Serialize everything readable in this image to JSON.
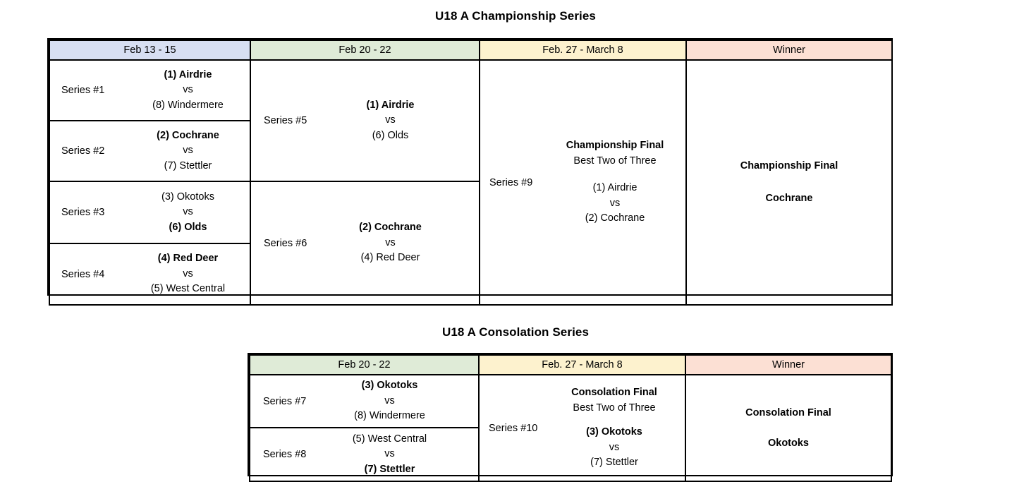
{
  "championship": {
    "title": "U18 A Championship Series",
    "headers": [
      {
        "label": "Feb 13 - 15",
        "color": "#D7DFF2"
      },
      {
        "label": "Feb 20 - 22",
        "color": "#DFEBD7"
      },
      {
        "label": "Feb. 27 - March 8",
        "color": "#FDF2CE"
      },
      {
        "label": "Winner",
        "color": "#FCE0D4"
      }
    ],
    "round1": [
      {
        "series": "Series #1",
        "top": "(1) Airdrie",
        "top_bold": true,
        "vs": "vs",
        "bottom": "(8) Windermere",
        "bottom_bold": false
      },
      {
        "series": "Series #2",
        "top": "(2) Cochrane",
        "top_bold": true,
        "vs": "vs",
        "bottom": "(7) Stettler",
        "bottom_bold": false
      },
      {
        "series": "Series #3",
        "top": "(3) Okotoks",
        "top_bold": false,
        "vs": "vs",
        "bottom": "(6) Olds",
        "bottom_bold": true
      },
      {
        "series": "Series #4",
        "top": "(4) Red Deer",
        "top_bold": true,
        "vs": "vs",
        "bottom": "(5) West Central",
        "bottom_bold": false
      }
    ],
    "round2": [
      {
        "series": "Series #5",
        "top": "(1) Airdrie",
        "top_bold": true,
        "vs": "vs",
        "bottom": "(6) Olds",
        "bottom_bold": false
      },
      {
        "series": "Series #6",
        "top": "(2) Cochrane",
        "top_bold": true,
        "vs": "vs",
        "bottom": "(4) Red Deer",
        "bottom_bold": false
      }
    ],
    "final": {
      "series": "Series #9",
      "heading": "Championship Final",
      "format": "Best Two of Three",
      "top": "(1) Airdrie",
      "top_bold": false,
      "vs": "vs",
      "bottom": "(2) Cochrane",
      "bottom_bold": false
    },
    "winner": {
      "heading": "Championship Final",
      "team": "Cochrane"
    }
  },
  "consolation": {
    "title": "U18 A Consolation Series",
    "headers": [
      {
        "label": "Feb 20 - 22",
        "color": "#DFEBD7"
      },
      {
        "label": "Feb. 27 - March 8",
        "color": "#FDF2CE"
      },
      {
        "label": "Winner",
        "color": "#FCE0D4"
      }
    ],
    "round1": [
      {
        "series": "Series #7",
        "top": "(3) Okotoks",
        "top_bold": true,
        "vs": "vs",
        "bottom": "(8) Windermere",
        "bottom_bold": false
      },
      {
        "series": "Series #8",
        "top": "(5) West Central",
        "top_bold": false,
        "vs": "vs",
        "bottom": "(7) Stettler",
        "bottom_bold": true
      }
    ],
    "final": {
      "series": "Series #10",
      "heading": "Consolation Final",
      "format": "Best Two of Three",
      "top": "(3) Okotoks",
      "top_bold": true,
      "vs": "vs",
      "bottom": "(7) Stettler",
      "bottom_bold": false
    },
    "winner": {
      "heading": "Consolation Final",
      "team": "Okotoks"
    }
  }
}
